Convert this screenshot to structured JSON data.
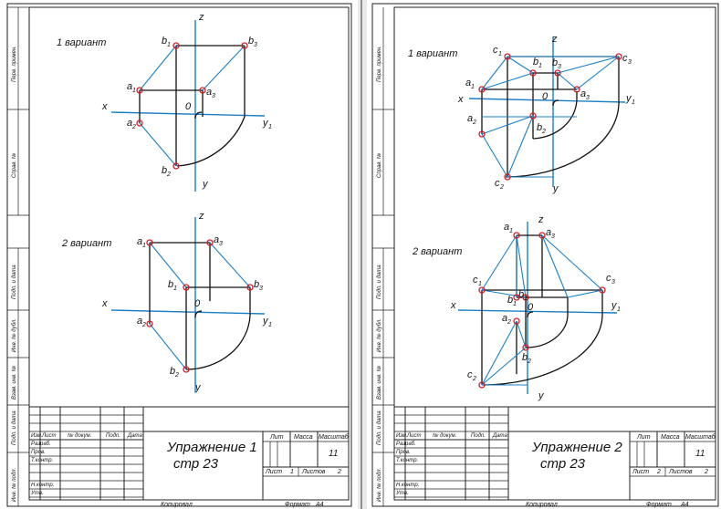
{
  "sheets": [
    {
      "side_labels": [
        "Перв. примен.",
        "Справ. №",
        "Подп. и дата",
        "Инв. № дубл.",
        "Взам. инв. №",
        "Подп. и дата",
        "Инв. № подл."
      ],
      "variant1_label": "1 вариант",
      "variant2_label": "2 вариант",
      "exercise_title": "Упражнение 1",
      "exercise_page": "стр 23",
      "tb_col_labels": [
        "Изм.",
        "Лист",
        "№ докум.",
        "Подп.",
        "Дата"
      ],
      "tb_row_labels": [
        "Разраб.",
        "Пров.",
        "Т.контр.",
        "Н.контр.",
        "Утв."
      ],
      "lit_label": "Лит",
      "mass_label": "Масса",
      "scale_label": "Масштаб",
      "scale_value": "11",
      "sheet_label": "Лист",
      "sheet_value": "1",
      "sheets_label": "Листов",
      "sheets_value": "2",
      "copied_label": "Копировал",
      "format_label": "Формат",
      "format_value": "А4"
    },
    {
      "side_labels": [
        "Перв. примен.",
        "Справ. №",
        "Подп. и дата",
        "Инв. № дубл.",
        "Взам. инв. №",
        "Подп. и дата",
        "Инв. № подл."
      ],
      "variant1_label": "1 вариант",
      "variant2_label": "2 вариант",
      "exercise_title": "Упражнение 2",
      "exercise_page": "стр 23",
      "tb_col_labels": [
        "Изм.",
        "Лист",
        "№ докум.",
        "Подп.",
        "Дата"
      ],
      "tb_row_labels": [
        "Разраб.",
        "Пров.",
        "Т.контр.",
        "Н.контр.",
        "Утв."
      ],
      "lit_label": "Лит",
      "mass_label": "Масса",
      "scale_label": "Масштаб",
      "scale_value": "11",
      "sheet_label": "Лист",
      "sheet_value": "2",
      "sheets_label": "Листов",
      "sheets_value": "2",
      "copied_label": "Копировал",
      "format_label": "Формат",
      "format_value": "А4"
    }
  ],
  "axis_labels": {
    "x": "x",
    "y": "y",
    "z": "z",
    "y1": "y",
    "y1_sub": "1",
    "origin": "0"
  },
  "points": {
    "s1v1": [
      [
        "b",
        "1"
      ],
      [
        "b",
        "3"
      ],
      [
        "a",
        "1"
      ],
      [
        "a",
        "3"
      ],
      [
        "a",
        "2"
      ],
      [
        "b",
        "2"
      ]
    ],
    "s1v2": [
      [
        "a",
        "1"
      ],
      [
        "a",
        "3"
      ],
      [
        "b",
        "1"
      ],
      [
        "b",
        "3"
      ],
      [
        "a",
        "2"
      ],
      [
        "b",
        "2"
      ]
    ],
    "s2v1": [
      [
        "c",
        "1"
      ],
      [
        "b",
        "1"
      ],
      [
        "b",
        "3"
      ],
      [
        "c",
        "3"
      ],
      [
        "a",
        "1"
      ],
      [
        "a",
        "3"
      ],
      [
        "a",
        "2"
      ],
      [
        "b",
        "2"
      ],
      [
        "c",
        "2"
      ]
    ],
    "s2v2": [
      [
        "a",
        "1"
      ],
      [
        "a",
        "3"
      ],
      [
        "c",
        "1"
      ],
      [
        "b",
        "1"
      ],
      [
        "b",
        "1"
      ],
      [
        "c",
        "3"
      ],
      [
        "a",
        "2"
      ],
      [
        "b",
        "2"
      ],
      [
        "c",
        "2"
      ]
    ]
  },
  "colors": {
    "projection_lines": "#1b7fc4",
    "points": "#d0202a",
    "frame": "#222222"
  }
}
